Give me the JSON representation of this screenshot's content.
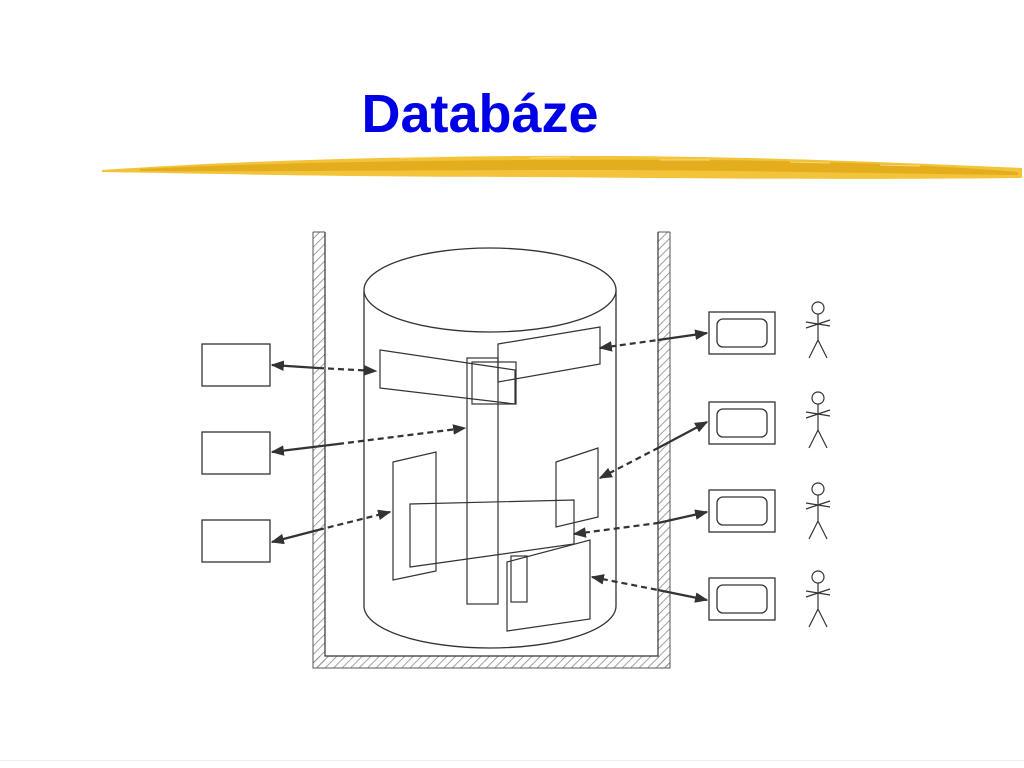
{
  "slide": {
    "title": "Databáze"
  },
  "colors": {
    "title": "#0000e6",
    "brush": "#f2c12e",
    "brush_dark": "#e0a718",
    "line": "#333333",
    "hatch": "#8a8a8a"
  },
  "diagram": {
    "external_systems": 3,
    "terminals": 4,
    "users": 4,
    "icons": [
      "database-cylinder-icon",
      "application-box-icon",
      "terminal-icon",
      "user-icon"
    ]
  }
}
